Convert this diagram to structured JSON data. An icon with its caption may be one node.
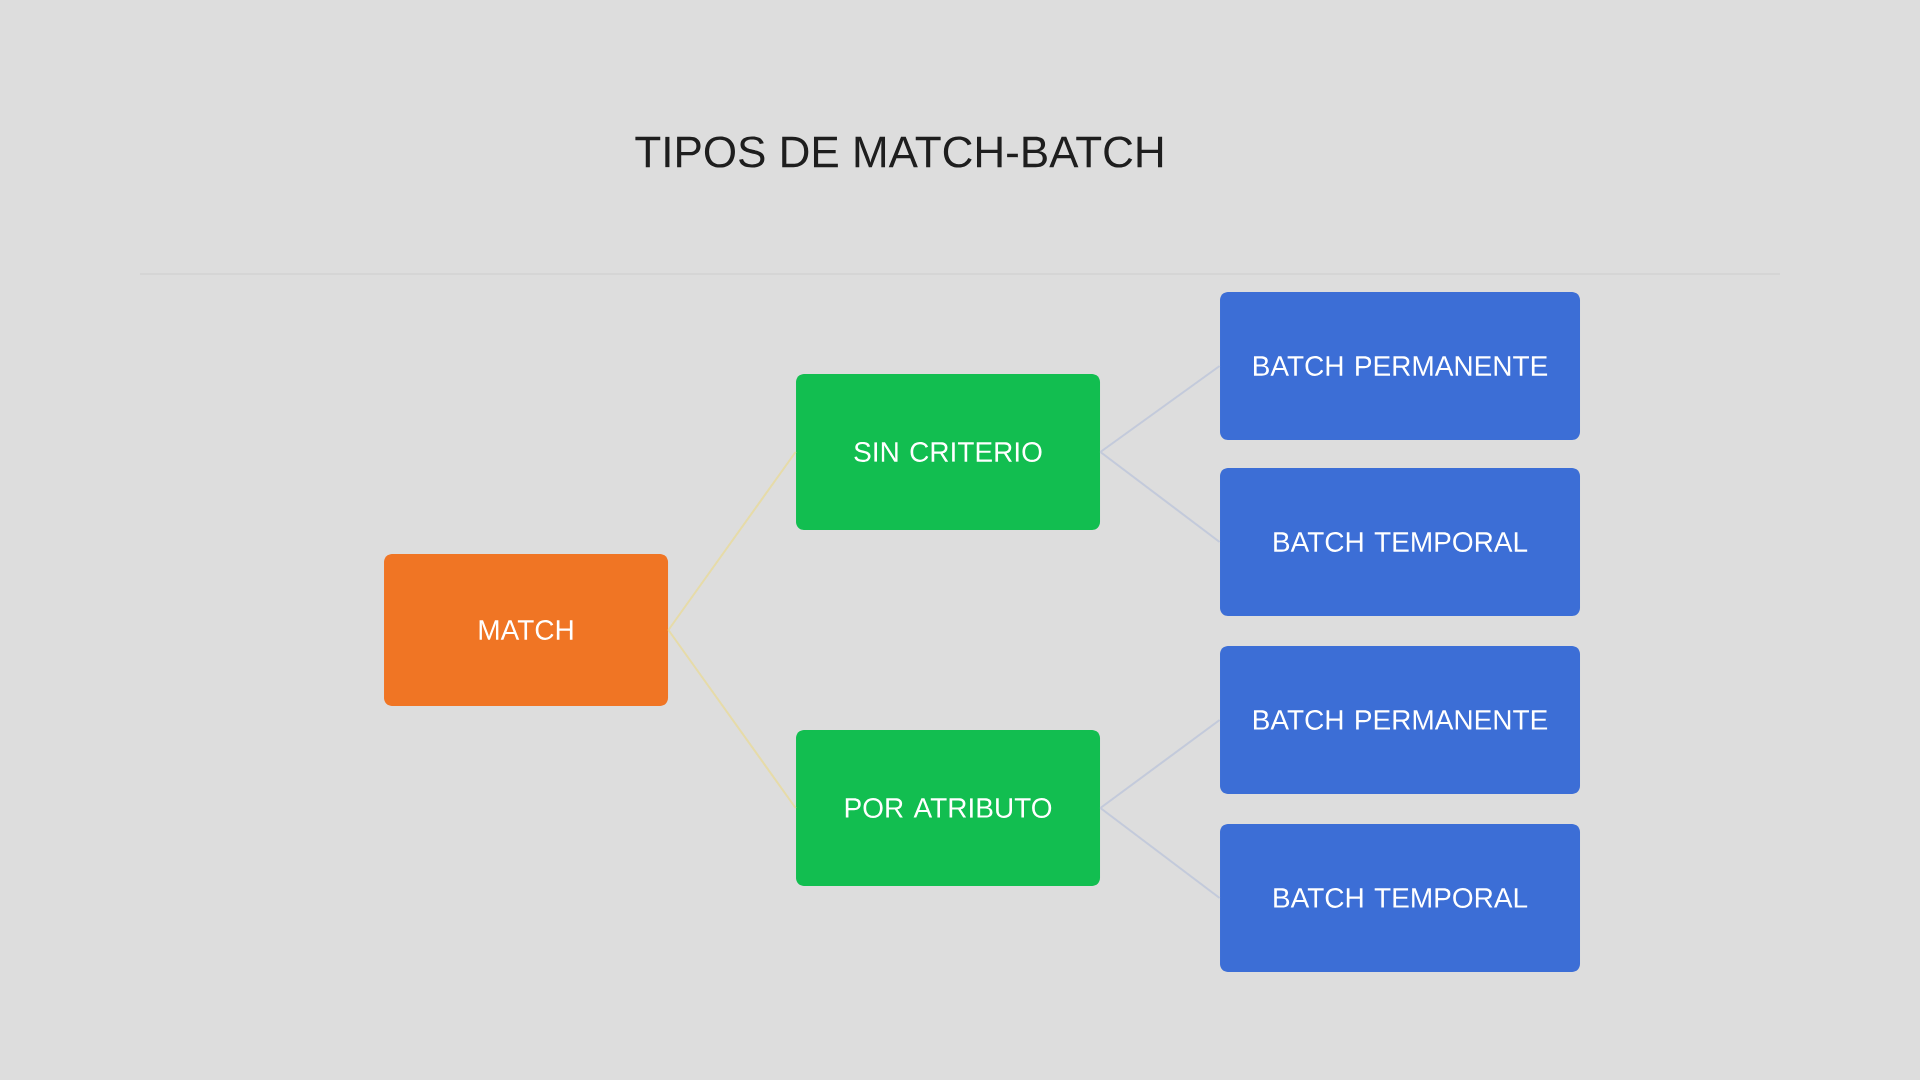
{
  "diagram": {
    "title": "TIPOS DE MATCH-BATCH",
    "nodes": [
      {
        "text": [
          "MATCH"
        ]
      },
      {
        "text": [
          "SIN CRITERIO"
        ]
      },
      {
        "text": [
          "POR ATRIBUTO"
        ]
      },
      {
        "text": [
          "BATCH PERMANENTE"
        ]
      },
      {
        "text": [
          "BATCH TEMPORAL"
        ]
      },
      {
        "text": [
          "BATCH PERMANENTE"
        ]
      },
      {
        "text": [
          "BATCH TEMPORAL"
        ]
      }
    ],
    "edges": [
      {
        "from": 0,
        "to": 1,
        "arrow": "none",
        "color": "#e6dba8"
      },
      {
        "from": 0,
        "to": 2,
        "arrow": "none",
        "color": "#e6dba8"
      },
      {
        "from": 1,
        "to": 3,
        "arrow": "none"
      },
      {
        "from": 1,
        "to": 4,
        "arrow": "none"
      },
      {
        "from": 2,
        "to": 5,
        "arrow": "none"
      },
      {
        "from": 2,
        "to": 6,
        "arrow": "none"
      }
    ]
  }
}
